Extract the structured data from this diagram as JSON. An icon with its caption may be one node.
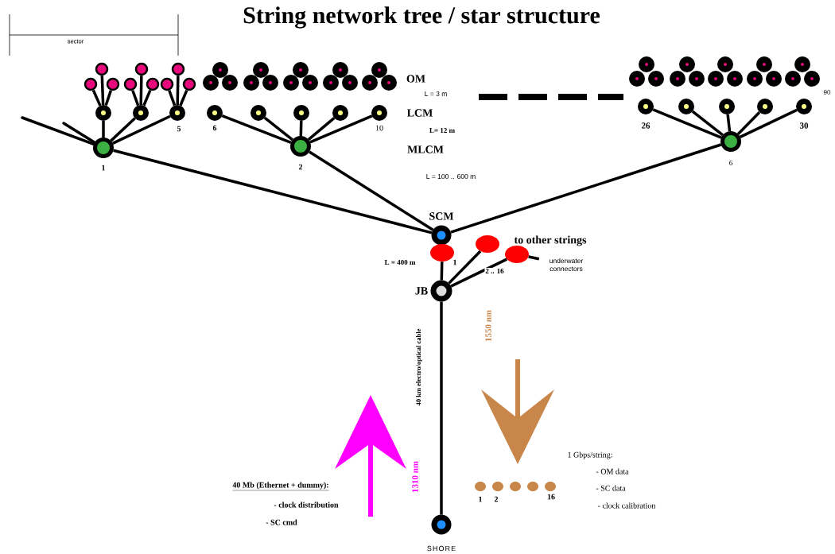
{
  "diagram": {
    "title": "String network tree / star structure",
    "nodes": [
      {
        "text": [],
        "shape": "circle"
      },
      {
        "text": [],
        "shape": "circle"
      },
      {
        "text": [],
        "shape": "circle"
      },
      {
        "text": [],
        "shape": "circle"
      },
      {
        "text": [],
        "shape": "circle"
      },
      {
        "text": [],
        "shape": "circle"
      },
      {
        "text": [],
        "shape": "circle"
      },
      {
        "text": [],
        "shape": "circle"
      },
      {
        "text": [],
        "shape": "circle"
      },
      {
        "text": [],
        "shape": "circle"
      },
      {
        "text": [],
        "shape": "circle"
      },
      {
        "text": [],
        "shape": "circle"
      },
      {
        "text": [],
        "shape": "circle"
      },
      {
        "text": [],
        "shape": "circle"
      },
      {
        "text": [],
        "shape": "circle"
      },
      {
        "text": [],
        "shape": "circle"
      },
      {
        "text": [],
        "shape": "circle"
      },
      {
        "text": [],
        "shape": "circle"
      },
      {
        "text": [],
        "shape": "circle"
      },
      {
        "text": [],
        "shape": "circle"
      },
      {
        "text": [],
        "shape": "circle"
      },
      {
        "text": [],
        "shape": "circle"
      },
      {
        "text": [],
        "shape": "circle"
      },
      {
        "text": [],
        "shape": "circle"
      },
      {
        "text": [],
        "shape": "circle"
      },
      {
        "text": [],
        "shape": "circle"
      },
      {
        "text": [],
        "shape": "circle"
      },
      {
        "text": [],
        "shape": "circle"
      },
      {
        "text": [],
        "shape": "circle"
      },
      {
        "text": [],
        "shape": "circle"
      },
      {
        "text": [],
        "shape": "circle"
      },
      {
        "text": [],
        "shape": "circle"
      },
      {
        "text": [],
        "shape": "circle"
      },
      {
        "text": [],
        "shape": "circle"
      },
      {
        "text": [],
        "shape": "circle"
      },
      {
        "text": [],
        "shape": "circle"
      },
      {
        "text": [],
        "shape": "circle"
      },
      {
        "text": [],
        "shape": "circle"
      },
      {
        "text": [],
        "shape": "circle"
      },
      {
        "text": [],
        "shape": "circle"
      },
      {
        "text": [],
        "shape": "circle"
      },
      {
        "text": [],
        "shape": "circle",
        "beside": [
          "5"
        ]
      },
      {
        "text": [],
        "shape": "circle",
        "beside": [
          "6"
        ]
      },
      {
        "text": [],
        "shape": "circle"
      },
      {
        "text": [],
        "shape": "circle"
      },
      {
        "text": [],
        "shape": "circle"
      },
      {
        "text": [],
        "shape": "circle",
        "beside": [
          "10"
        ]
      },
      {
        "text": [],
        "shape": "circle",
        "beside": [
          "26"
        ]
      },
      {
        "text": [],
        "shape": "circle"
      },
      {
        "text": [],
        "shape": "circle"
      },
      {
        "text": [],
        "shape": "circle"
      },
      {
        "text": [],
        "shape": "circle",
        "beside": [
          "30"
        ]
      },
      {
        "text": [],
        "shape": "circle",
        "beside": [
          "1"
        ]
      },
      {
        "text": [],
        "shape": "circle",
        "beside": [
          "2"
        ]
      },
      {
        "text": [],
        "shape": "circle",
        "beside": [
          "6"
        ]
      },
      {
        "text": [],
        "shape": "circle",
        "beside": [
          "SCM"
        ]
      },
      {
        "text": [],
        "shape": "circle",
        "beside": [
          "1"
        ]
      },
      {
        "text": [],
        "shape": "circle"
      },
      {
        "text": [],
        "shape": "circle"
      },
      {
        "text": [
          "underwater connectors"
        ]
      },
      {
        "text": [],
        "shape": "circle",
        "beside": [
          "JB"
        ]
      },
      {
        "text": [],
        "shape": "circle",
        "beside": [
          "1"
        ]
      },
      {
        "text": [],
        "shape": "circle",
        "beside": [
          "2"
        ]
      },
      {
        "text": [],
        "shape": "circle"
      },
      {
        "text": [],
        "shape": "circle"
      },
      {
        "text": [],
        "shape": "circle",
        "beside": [
          "16"
        ]
      },
      {
        "text": [],
        "shape": "circle",
        "beside": [
          "SHORE"
        ]
      }
    ],
    "edges": [
      {
        "from": 39,
        "to": 0,
        "arrow": "none"
      },
      {
        "from": 39,
        "to": 1,
        "arrow": "none"
      },
      {
        "from": 39,
        "to": 2,
        "arrow": "none"
      },
      {
        "from": 40,
        "to": 3,
        "arrow": "none"
      },
      {
        "from": 40,
        "to": 4,
        "arrow": "none"
      },
      {
        "from": 40,
        "to": 5,
        "arrow": "none"
      },
      {
        "from": 41,
        "to": 6,
        "arrow": "none"
      },
      {
        "from": 41,
        "to": 7,
        "arrow": "none"
      },
      {
        "from": 41,
        "to": 8,
        "arrow": "none"
      },
      {
        "from": 52,
        "to": 39,
        "arrow": "none"
      },
      {
        "from": 52,
        "to": 40,
        "arrow": "none"
      },
      {
        "from": 52,
        "to": 41,
        "arrow": "none"
      },
      {
        "from": 53,
        "to": 42,
        "arrow": "none"
      },
      {
        "from": 53,
        "to": 43,
        "arrow": "none"
      },
      {
        "from": 53,
        "to": 44,
        "arrow": "none"
      },
      {
        "from": 53,
        "to": 45,
        "arrow": "none"
      },
      {
        "from": 53,
        "to": 46,
        "arrow": "none"
      },
      {
        "from": 54,
        "to": 47,
        "arrow": "none"
      },
      {
        "from": 54,
        "to": 48,
        "arrow": "none"
      },
      {
        "from": 54,
        "to": 49,
        "arrow": "none"
      },
      {
        "from": 54,
        "to": 50,
        "arrow": "none"
      },
      {
        "from": 54,
        "to": 51,
        "arrow": "none"
      },
      {
        "from": null,
        "to": 52,
        "arrow": "none"
      },
      {
        "from": null,
        "to": 52,
        "arrow": "none"
      },
      {
        "from": 52,
        "to": 55,
        "arrow": "none"
      },
      {
        "from": 53,
        "to": 55,
        "arrow": "none"
      },
      {
        "from": 54,
        "to": 55,
        "arrow": "none"
      },
      {
        "from": 56,
        "to": 60,
        "arrow": "none",
        "label": "L = 400 m"
      },
      {
        "from": 60,
        "to": 57,
        "arrow": "none"
      },
      {
        "from": 60,
        "to": 58,
        "arrow": "none",
        "label": "2 .. 16"
      },
      {
        "from": 58,
        "to": 59,
        "arrow": "none"
      },
      {
        "from": 60,
        "to": 66,
        "arrow": "none",
        "label": "40 km electro/optical cable"
      }
    ],
    "labels": [
      "sector",
      "OM",
      "L = 3 m",
      "LCM",
      "L= 12 m",
      "MLCM",
      "L = 100 .. 600 m",
      "90",
      "to other strings",
      "1550 nm",
      "1310 nm",
      "40 Mb (Ethernet + dummy):",
      "- clock distribution",
      "- SC cmd",
      "1 Gbps/string:",
      "- OM data",
      "- SC data",
      "- clock calibration"
    ]
  }
}
